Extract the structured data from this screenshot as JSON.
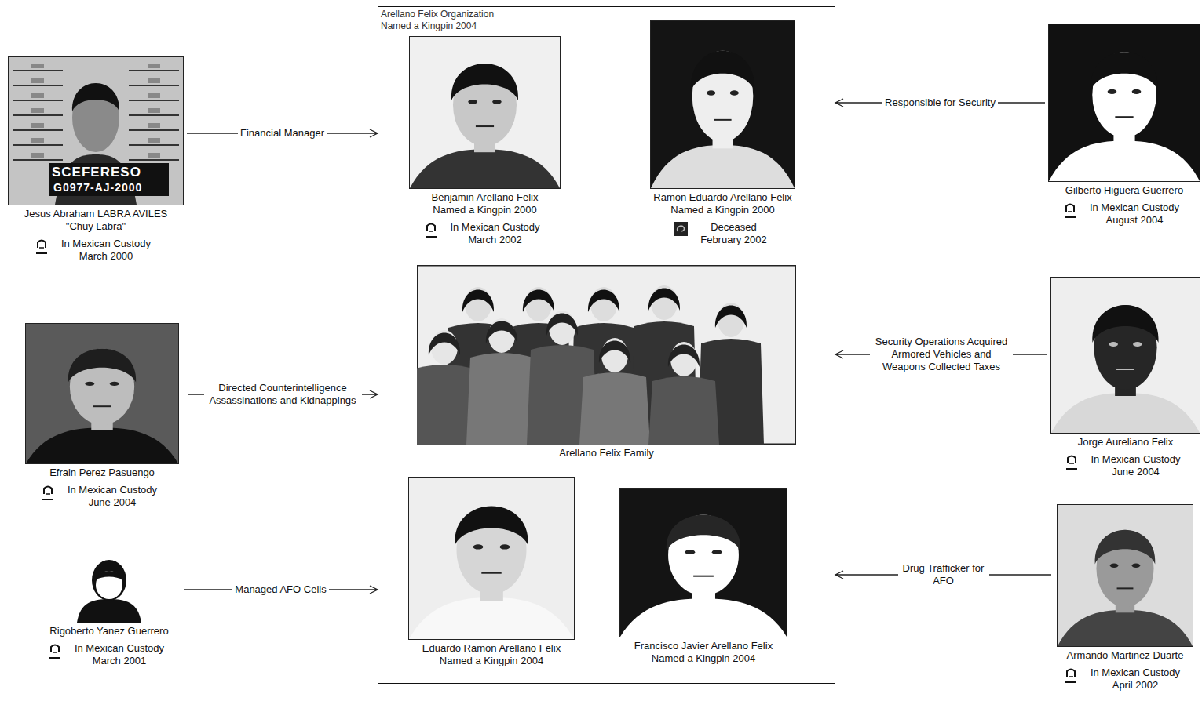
{
  "diagram": {
    "nodes": [
      {
        "text": [
          "Arellano Felix Organization Named a Kingpin 2004"
        ]
      },
      {
        "text": [
          "Benjamin Arellano Felix",
          "Named a Kingpin 2000",
          "In Mexican Custody March 2002"
        ],
        "in": 0
      },
      {
        "text": [
          "Ramon Eduardo Arellano Felix",
          "Named a Kingpin 2000",
          "Deceased February 2002"
        ],
        "in": 0
      },
      {
        "text": [
          "Arellano Felix Family"
        ],
        "in": 0
      },
      {
        "text": [
          "Eduardo Ramon Arellano Felix",
          "Named a Kingpin 2004"
        ],
        "in": 0
      },
      {
        "text": [
          "Francisco Javier Arellano Felix",
          "Named a Kingpin 2004"
        ],
        "in": 0
      },
      {
        "text": [
          "Jesus Abraham LABRA AVILES",
          "\"Chuy Labra\"",
          "In Mexican Custody March 2000"
        ]
      },
      {
        "text": [
          "Efrain Perez Pasuengo",
          "In Mexican Custody June 2004"
        ]
      },
      {
        "text": [
          "Rigoberto Yanez Guerrero",
          "In Mexican Custody March 2001"
        ]
      },
      {
        "text": [
          "Gilberto Higuera Guerrero",
          "In Mexican Custody August 2004"
        ]
      },
      {
        "text": [
          "Jorge Aureliano Felix",
          "In Mexican Custody June 2004"
        ]
      },
      {
        "text": [
          "Armando Martinez Duarte",
          "In Mexican Custody April 2002"
        ]
      }
    ],
    "edges": [
      {
        "from": 6,
        "to": 0,
        "label": "Financial Manager",
        "arrow": "to"
      },
      {
        "from": 7,
        "to": 0,
        "label": "Directed Counterintelligence Assassinations and Kidnappings",
        "arrow": "to"
      },
      {
        "from": 8,
        "to": 0,
        "label": "Managed AFO Cells",
        "arrow": "to"
      },
      {
        "from": 9,
        "to": 0,
        "label": "Responsible for Security",
        "arrow": "to"
      },
      {
        "from": 10,
        "to": 0,
        "label": "Security Operations Acquired Armored Vehicles and Weapons Collected Taxes",
        "arrow": "to"
      },
      {
        "from": 11,
        "to": 0,
        "label": "Drug Trafficker for AFO",
        "arrow": "to"
      }
    ],
    "labels": [
      "SCEFERESO",
      "G0977-AJ-2000"
    ]
  }
}
